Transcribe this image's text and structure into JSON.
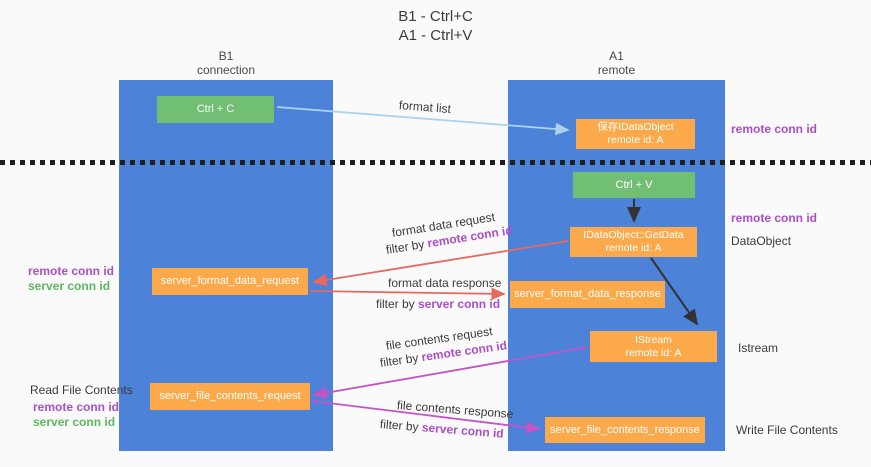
{
  "title": {
    "line1": "B1 - Ctrl+C",
    "line2": "A1 - Ctrl+V"
  },
  "lanes": {
    "left": {
      "name": "B1",
      "role": "connection"
    },
    "right": {
      "name": "A1",
      "role": "remote"
    }
  },
  "nodes": {
    "ctrl_c": {
      "label": "Ctrl + C"
    },
    "save_dataobject": {
      "line1": "保存IDataObject",
      "line2": "remote id: A"
    },
    "ctrl_v": {
      "label": "Ctrl + V"
    },
    "getdata": {
      "line1": "IDataObject::GetData",
      "line2": "remote id: A"
    },
    "format_request": {
      "label": "server_format_data_request"
    },
    "format_response": {
      "label": "server_format_data_response"
    },
    "istream": {
      "line1": "IStream",
      "line2": "remote id: A"
    },
    "file_request": {
      "label": "server_file_contents_request"
    },
    "file_response": {
      "label": "server_file_contents_response"
    }
  },
  "flows": {
    "format_list": "format list",
    "format_data_request": "format data request",
    "format_data_response": "format data response",
    "file_contents_request": "file contents request",
    "file_contents_response": "file contents response",
    "filter_by": "filter by",
    "remote_conn_id": "remote conn id",
    "server_conn_id": "server conn id"
  },
  "annotations": {
    "right": {
      "remote_conn_id_top": "remote conn id",
      "remote_conn_id_mid": "remote conn id",
      "dataobject": "DataObject",
      "istream": "Istream",
      "write_file_contents": "Write File Contents"
    },
    "left": {
      "remote_conn_id_top": "remote conn id",
      "server_conn_id_top": "server conn id",
      "read_file_contents": "Read File Contents",
      "remote_conn_id_bottom": "remote conn id",
      "server_conn_id_bottom": "server conn id"
    }
  },
  "colors": {
    "lane_blue": "#4d82d9",
    "node_green": "#71bf75",
    "node_orange": "#fba94a",
    "purple_text": "#ab4fc7",
    "green_text": "#5cb85c",
    "arrow_light_blue": "#a9d3ee",
    "arrow_salmon": "#e8685e",
    "arrow_magenta": "#c653c6",
    "arrow_black": "#333333"
  }
}
